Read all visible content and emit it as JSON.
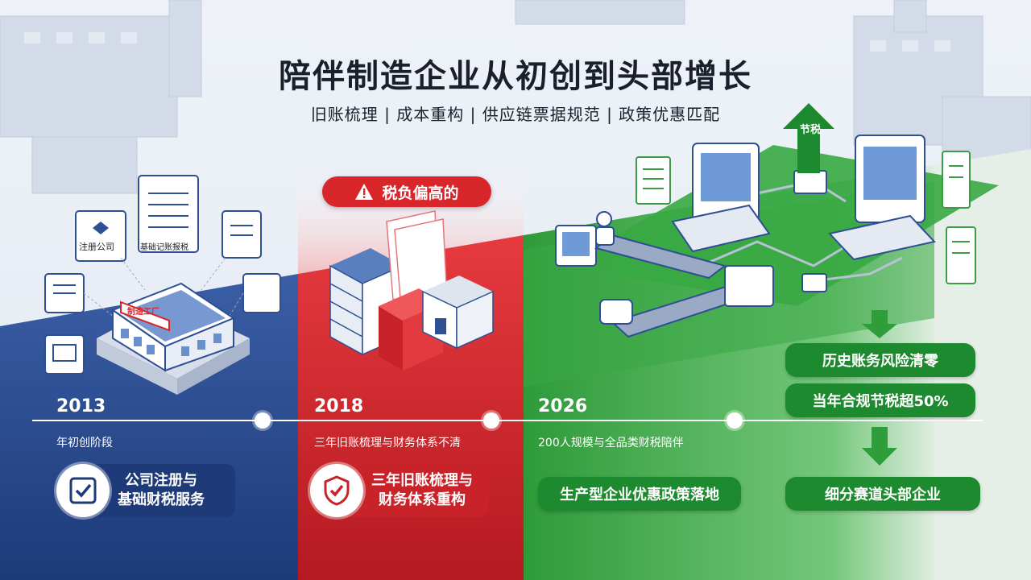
{
  "title": "陪伴制造企业从初创到头部增长",
  "subtitle": "旧账梳理 | 成本重构 | 供应链票据规范 | 政策优惠匹配",
  "warning_badge": "税负偏高的",
  "tax_saving_tag": "节税",
  "doc_labels": {
    "company_registration": "注册公司",
    "basic_bookkeeping": "基础记账报税",
    "factory_sign": "制造工厂"
  },
  "stages": [
    {
      "year": "2013",
      "phase": "年初创阶段",
      "badge_lines": [
        "公司注册与",
        "基础财税服务"
      ]
    },
    {
      "year": "2018",
      "phase": "三年旧账梳理与财务体系不清",
      "badge_lines": [
        "三年旧账梳理与",
        "财务体系重构"
      ]
    },
    {
      "year": "2026",
      "phase": "200人规模与全品类财税陪伴",
      "badge_lines": [
        "生产型企业优惠政策落地"
      ]
    }
  ],
  "results": [
    "历史账务风险清零",
    "当年合规节税超50%",
    "细分赛道头部企业"
  ],
  "colors": {
    "blue_band": "#2a4a8c",
    "red_band": "#d6272d",
    "green_band": "#2f9e3a",
    "badge_green": "#1e8a2f",
    "badge_blue": "#1e3a78",
    "badge_red": "#c9232a"
  }
}
